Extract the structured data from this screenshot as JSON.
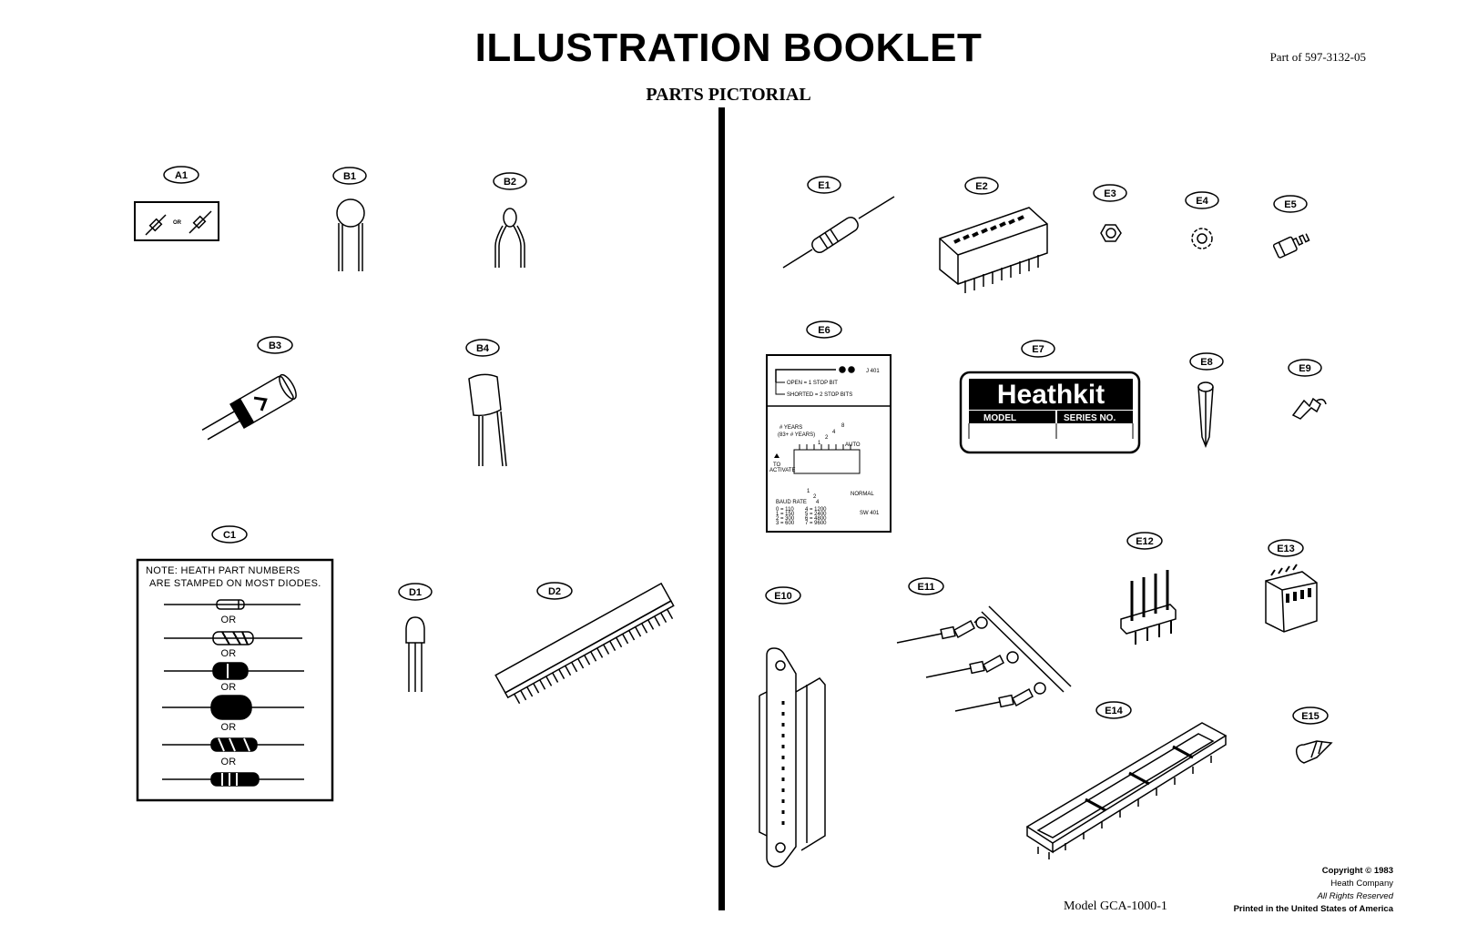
{
  "header": {
    "title": "ILLUSTRATION BOOKLET",
    "subtitle": "PARTS PICTORIAL",
    "part_number": "Part of 597-3132-05"
  },
  "labels": {
    "A1": "A1",
    "B1": "B1",
    "B2": "B2",
    "B3": "B3",
    "B4": "B4",
    "C1": "C1",
    "D1": "D1",
    "D2": "D2",
    "E1": "E1",
    "E2": "E2",
    "E3": "E3",
    "E4": "E4",
    "E5": "E5",
    "E6": "E6",
    "E7": "E7",
    "E8": "E8",
    "E9": "E9",
    "E10": "E10",
    "E11": "E11",
    "E12": "E12",
    "E13": "E13",
    "E14": "E14",
    "E15": "E15"
  },
  "a1": {
    "or": "OR"
  },
  "diode_box": {
    "note_line1": "NOTE:  HEATH PART NUMBERS",
    "note_line2": "ARE STAMPED ON MOST DIODES.",
    "or": "OR"
  },
  "e6_card": {
    "j401": "J 401",
    "open": "OPEN = 1 STOP BIT",
    "shorted": "SHORTED = 2 STOP BITS",
    "years1": "# YEARS",
    "years2": "(83+ # YEARS)",
    "auto": "AUTO",
    "to": "TO",
    "activate": "ACTIVATE",
    "normal": "NORMAL",
    "baud": "BAUD RATE",
    "rates_col1": [
      "0 = 110",
      "1 = 150",
      "2 = 300",
      "3 = 600"
    ],
    "rates_col2": [
      "4 = 1200",
      "5 = 2400",
      "6 = 4800",
      "7 = 9600"
    ],
    "sw401": "SW 401",
    "n8": "8",
    "n4": "4",
    "n2": "2",
    "n1": "1"
  },
  "e7_label": {
    "brand": "Heathkit",
    "model": "MODEL",
    "series": "SERIES NO."
  },
  "footer": {
    "model": "Model GCA-1000-1",
    "copyright": "Copyright © 1983",
    "company": "Heath Company",
    "rights": "All Rights Reserved",
    "printed": "Printed in the United States of America"
  }
}
